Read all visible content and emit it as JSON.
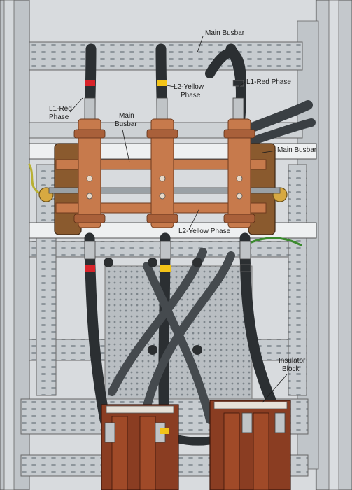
{
  "labels": {
    "main_busbar_top": "Main Busbar",
    "l1_red_phase_top": "L1-Red Phase",
    "l2_yellow_phase_top_1": "L2-Yellow",
    "l2_yellow_phase_top_2": "Phase",
    "l1_red_phase_left_1": "L1-Red",
    "l1_red_phase_left_2": "Phase",
    "main_busbar_left_1": "Main",
    "main_busbar_left_2": "Busbar",
    "main_busbar_right": "Main Busbar",
    "l2_yellow_phase_lower": "L2-Yellow Phase",
    "insulator_block_1": "Insulator",
    "insulator_block_2": "Block"
  },
  "colors": {
    "copper": "#c77a4c",
    "copper_dark": "#8d4a2b",
    "cable": "#3e4347",
    "red_phase": "#d8232a",
    "yellow_phase": "#f2c318",
    "panel": "#d3d7da",
    "insulator": "#8a3d22"
  }
}
